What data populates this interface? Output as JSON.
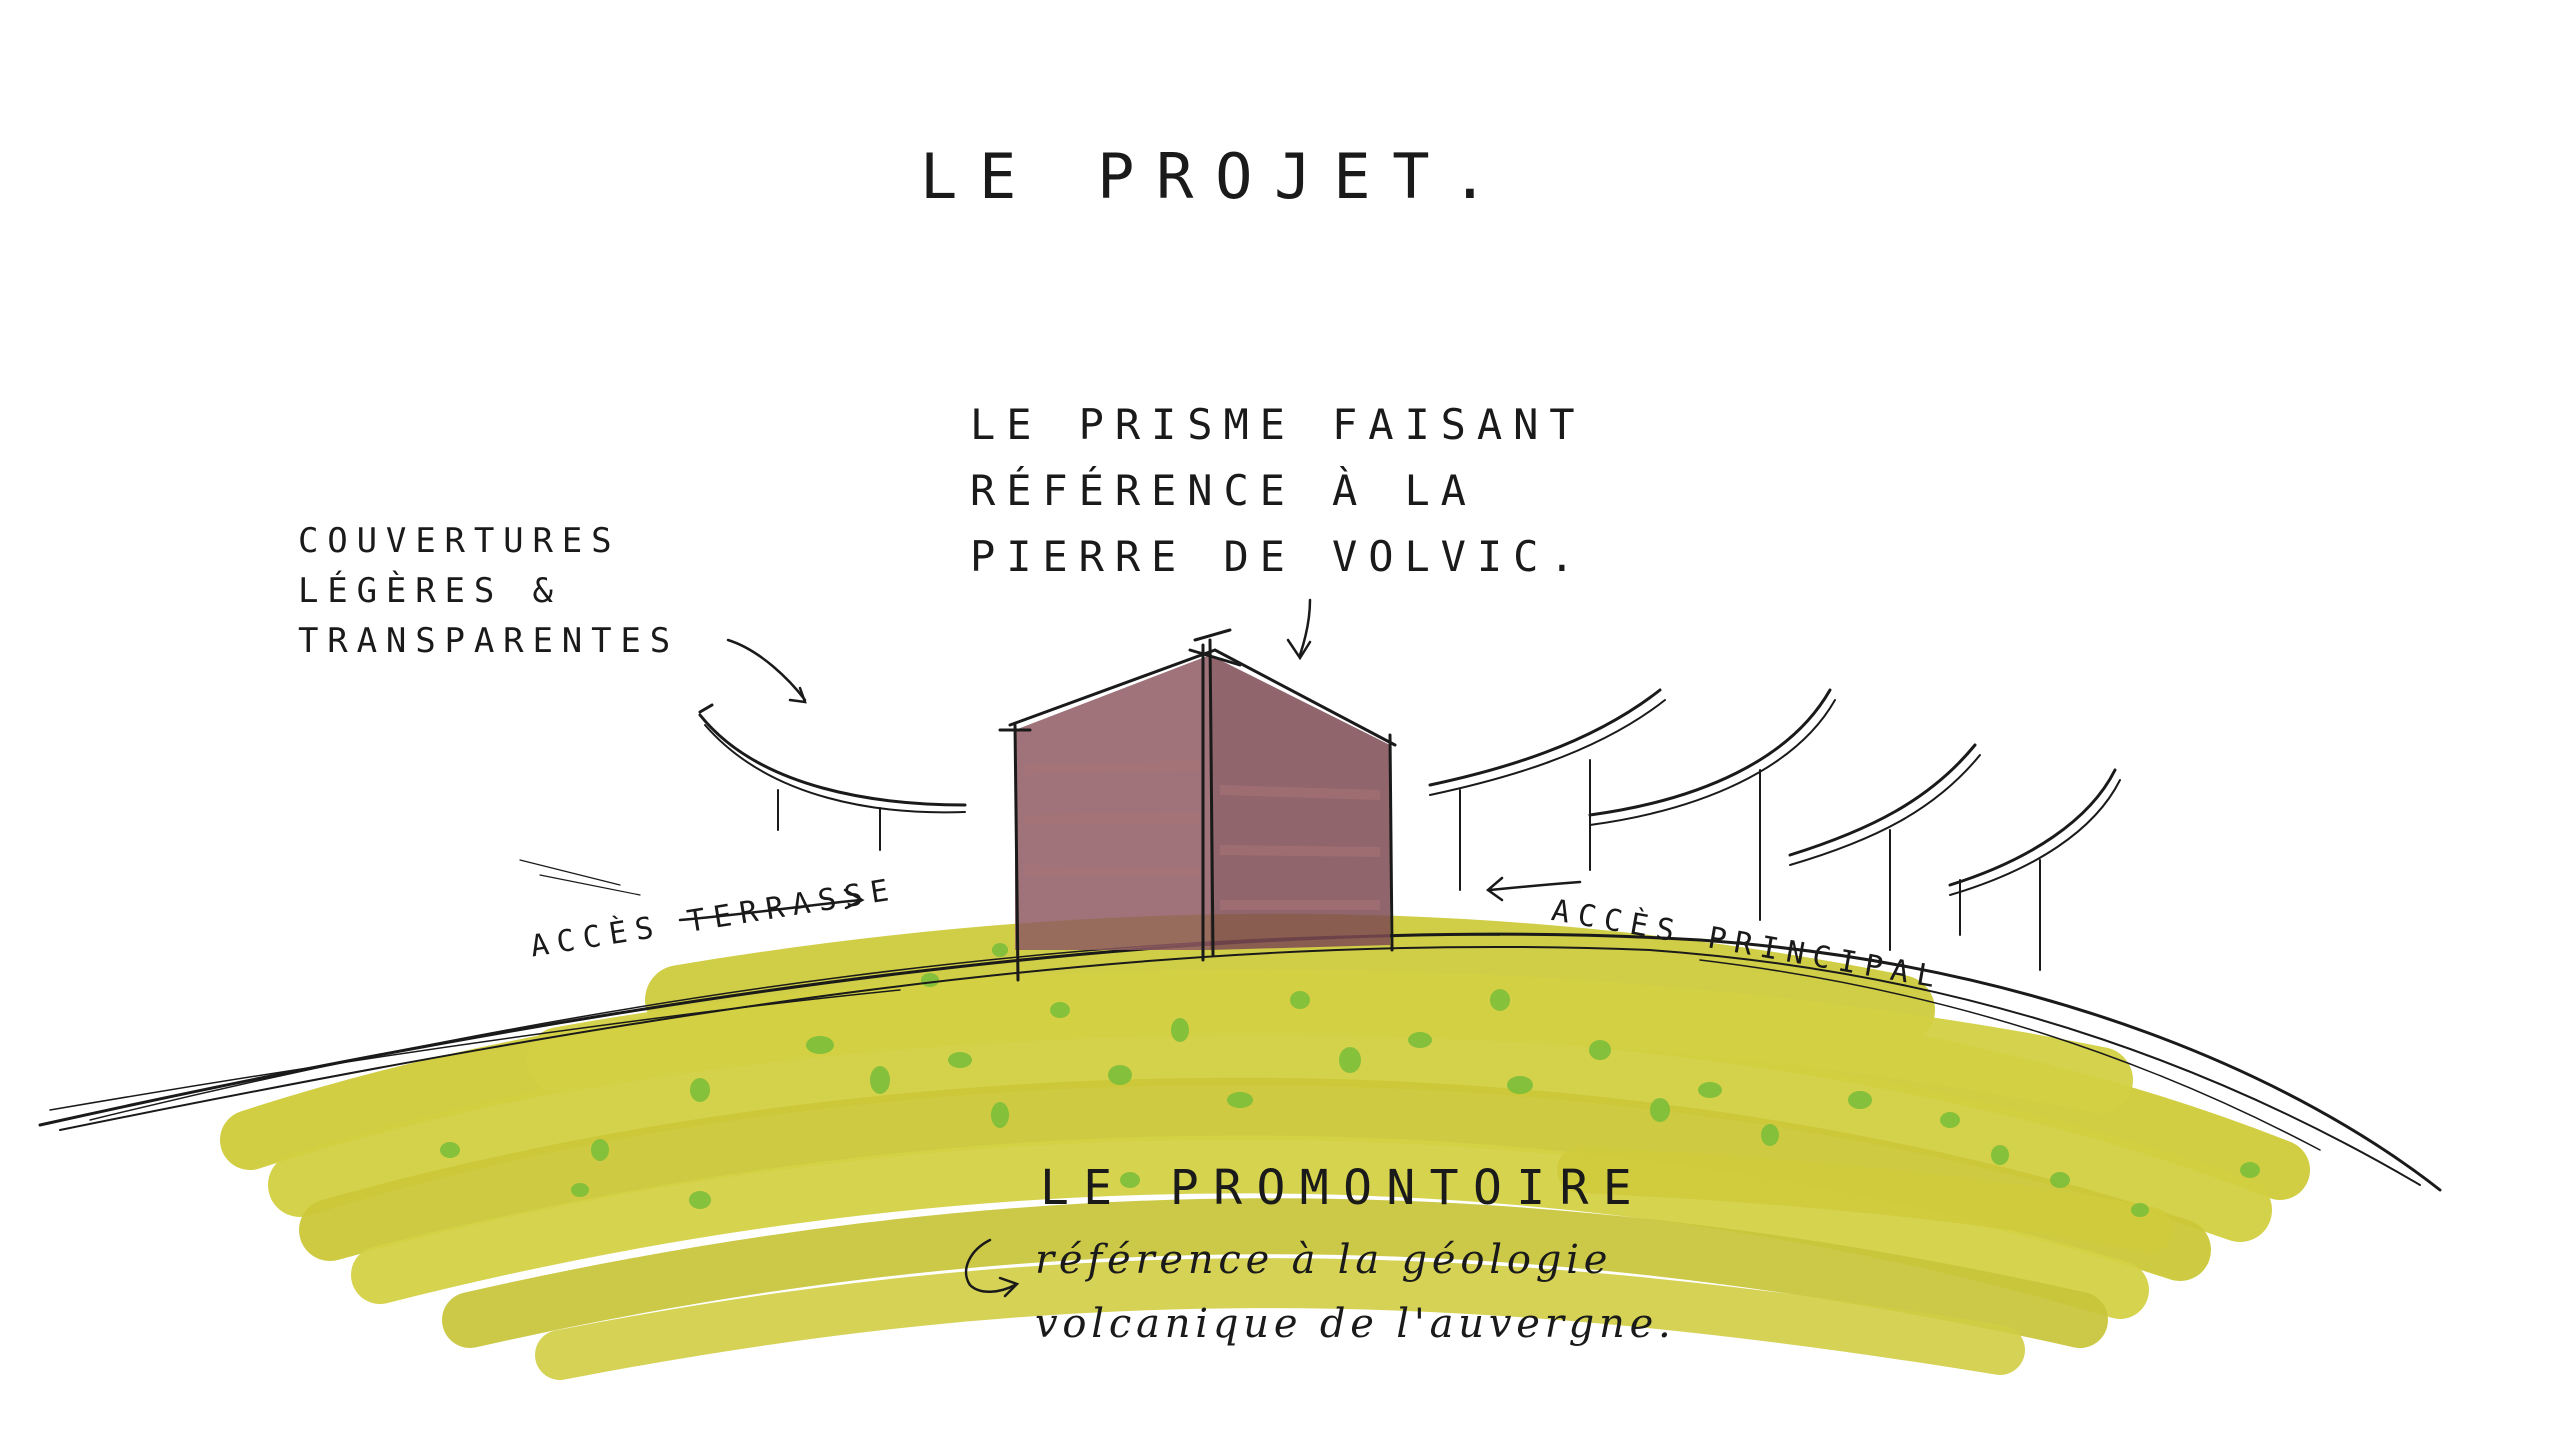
{
  "title": "LE PROJET.",
  "labels": {
    "prisme": [
      "LE PRISME FAISANT",
      "RÉFÉRENCE À LA",
      "PIERRE DE VOLVIC."
    ],
    "couvertures": [
      "COUVERTURES",
      "LÉGÈRES &",
      "TRANSPARENTES"
    ],
    "acces_terrasse": "ACCÈS TERRASSE",
    "acces_principal": "ACCÈS PRINCIPAL",
    "promontoire": "LE PROMONTOIRE",
    "reference": [
      "référence à la géologie",
      "volcanique de l'auvergne."
    ]
  },
  "colors": {
    "ink": "#1a1a1a",
    "prism": "#8e5a62",
    "prism_light": "#a87478",
    "ground": "#c9c93a",
    "ground_light": "#d9d65a",
    "grass_dots": "#7cbf3a"
  }
}
